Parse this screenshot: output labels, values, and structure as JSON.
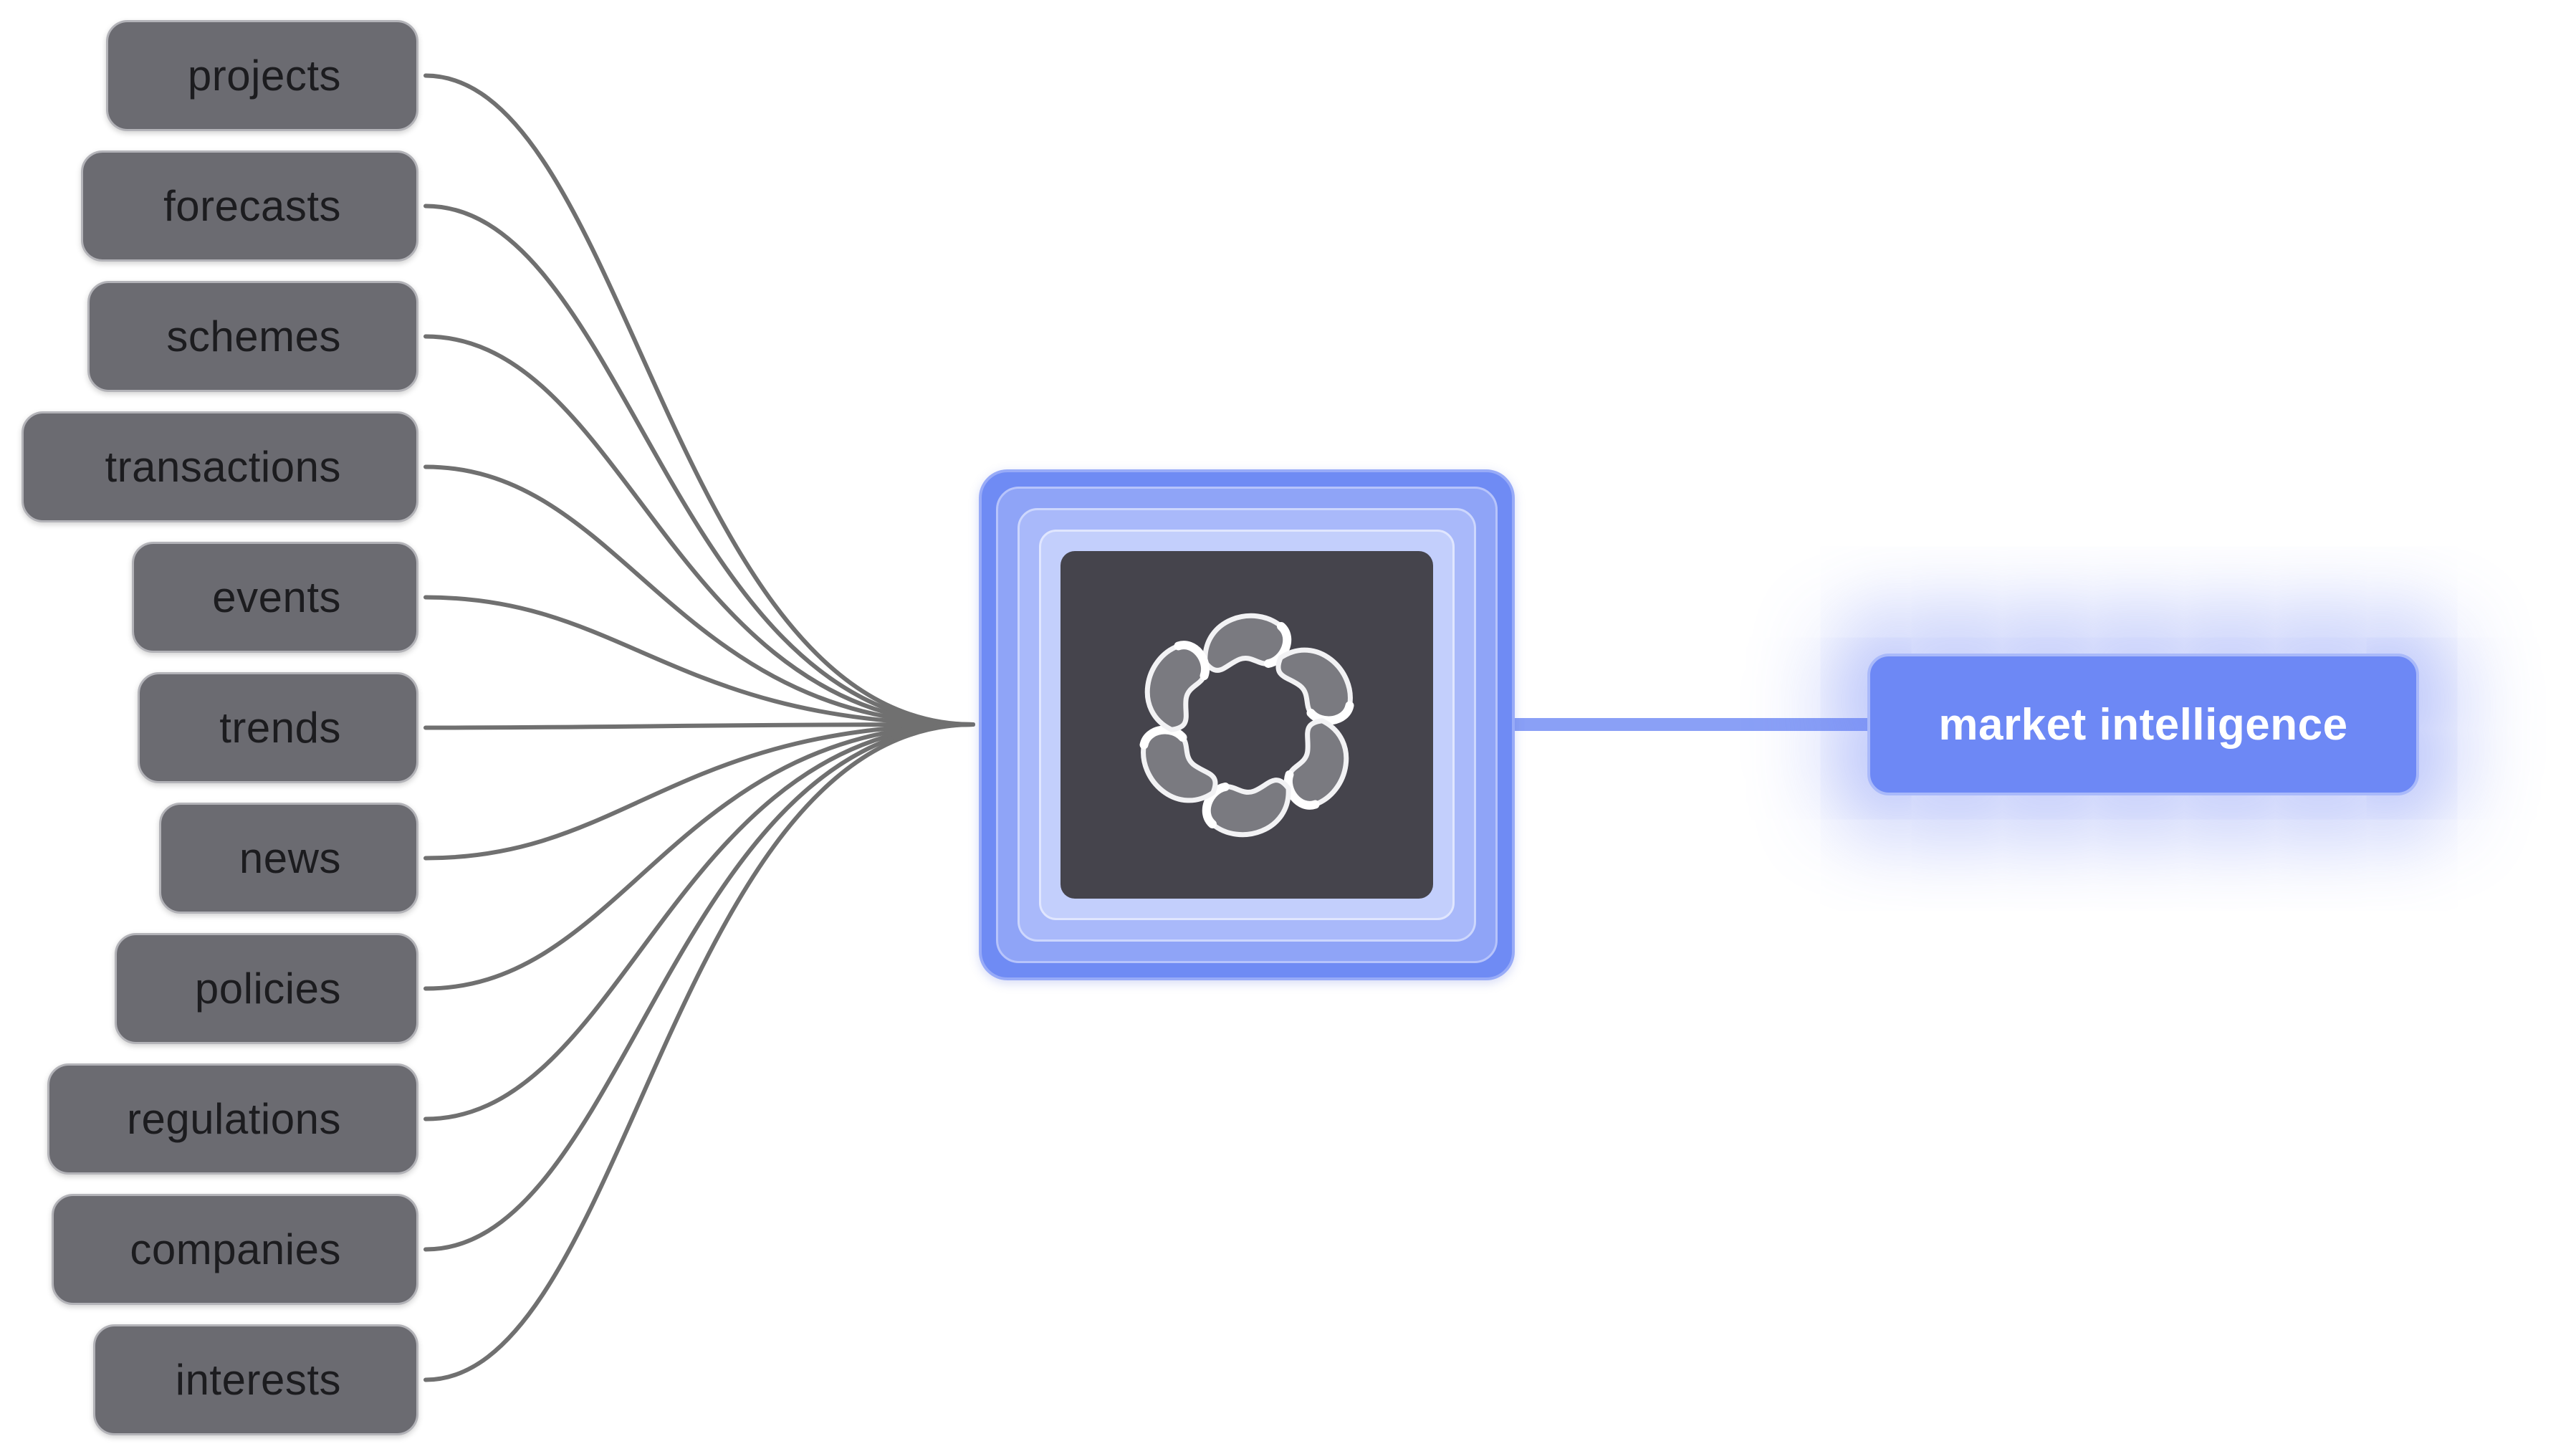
{
  "diagram": {
    "sources": [
      {
        "id": "projects",
        "label": "projects"
      },
      {
        "id": "forecasts",
        "label": "forecasts"
      },
      {
        "id": "schemes",
        "label": "schemes"
      },
      {
        "id": "transactions",
        "label": "transactions"
      },
      {
        "id": "events",
        "label": "events"
      },
      {
        "id": "trends",
        "label": "trends"
      },
      {
        "id": "news",
        "label": "news"
      },
      {
        "id": "policies",
        "label": "policies"
      },
      {
        "id": "regulations",
        "label": "regulations"
      },
      {
        "id": "companies",
        "label": "companies"
      },
      {
        "id": "interests",
        "label": "interests"
      }
    ],
    "hub_icon": "flower-knot-icon",
    "output": {
      "label": "market intelligence"
    },
    "colors": {
      "source_fill": "#6b6b71",
      "source_text": "#1c1c1f",
      "connector": "#707070",
      "hub_outer": "#6f8bf4",
      "hub_core": "#45444c",
      "output_fill": "#6d88f5",
      "output_text": "#ffffff",
      "output_link": "#8aa0f6"
    }
  }
}
